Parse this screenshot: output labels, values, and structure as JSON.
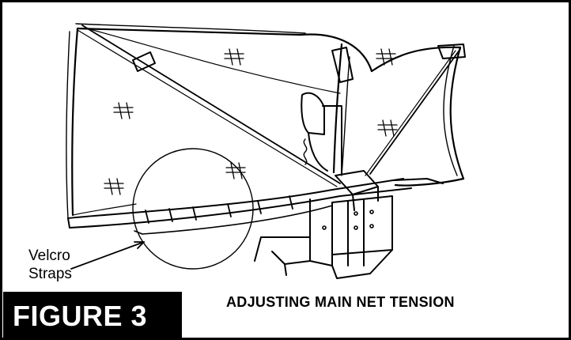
{
  "figure": {
    "label": "FIGURE 3",
    "caption": "ADJUSTING MAIN NET TENSION",
    "callout": {
      "line1": "Velcro",
      "line2": "Straps"
    }
  },
  "illustration": {
    "subject": "net-frame-icon",
    "stroke_color": "#000000",
    "background_color": "#ffffff"
  }
}
